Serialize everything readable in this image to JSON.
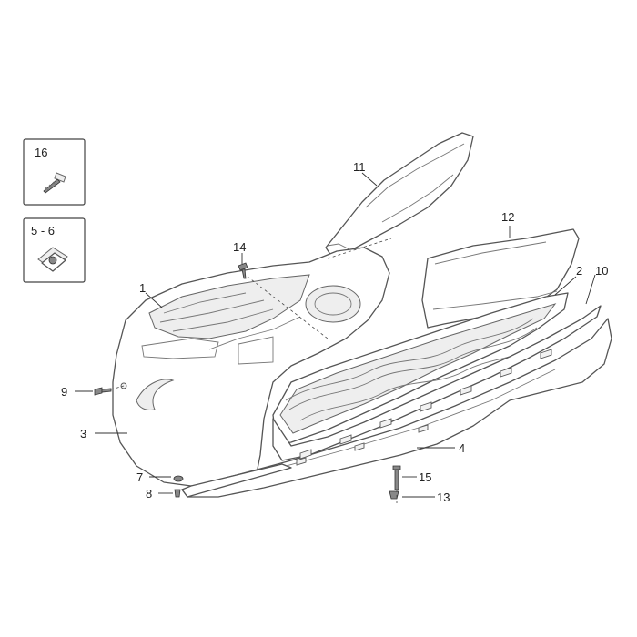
{
  "callouts": [
    "1",
    "2",
    "3",
    "4",
    "5 - 6",
    "7",
    "8",
    "9",
    "10",
    "11",
    "12",
    "13",
    "14",
    "15",
    "16"
  ],
  "insets": {
    "screw_box": "16",
    "clip_box": "5 - 6"
  }
}
